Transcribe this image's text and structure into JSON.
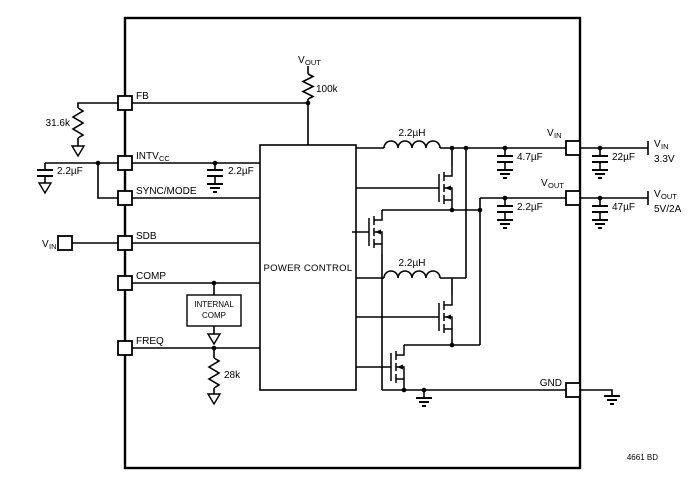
{
  "colors": {
    "ink": "#000000",
    "background": "#ffffff"
  },
  "ic": {
    "power_control_label": "POWER CONTROL",
    "internal_comp_line1": "INTERNAL",
    "internal_comp_line2": "COMP",
    "doc_number": "4661 BD"
  },
  "pins": {
    "fb": "FB",
    "intvcc_main": "INTV",
    "intvcc_sub": "CC",
    "sync_mode": "SYNC/MODE",
    "sdb": "SDB",
    "comp": "COMP",
    "freq": "FREQ",
    "vin_main": "V",
    "vin_sub": "IN",
    "vout_main": "V",
    "vout_sub": "OUT",
    "gnd": "GND"
  },
  "components": {
    "r_top_feedback": "100k",
    "r_bottom_feedback": "31.6k",
    "r_freq": "28k",
    "c_intvcc_external": "2.2µF",
    "c_intvcc_internal": "2.2µF",
    "l_phase1": "2.2µH",
    "l_phase2": "2.2µH",
    "c_vin_internal": "4.7µF",
    "c_vout_internal": "2.2µF",
    "c_vin_external": "22µF",
    "c_vout_external": "47µF"
  },
  "nets": {
    "vout_sense_main": "V",
    "vout_sense_sub": "OUT",
    "sdb_tie_main": "V",
    "sdb_tie_sub": "IN"
  },
  "terminals": {
    "vin_main": "V",
    "vin_sub": "IN",
    "vin_value": "3.3V",
    "vout_main": "V",
    "vout_sub": "OUT",
    "vout_value": "5V/2A"
  }
}
